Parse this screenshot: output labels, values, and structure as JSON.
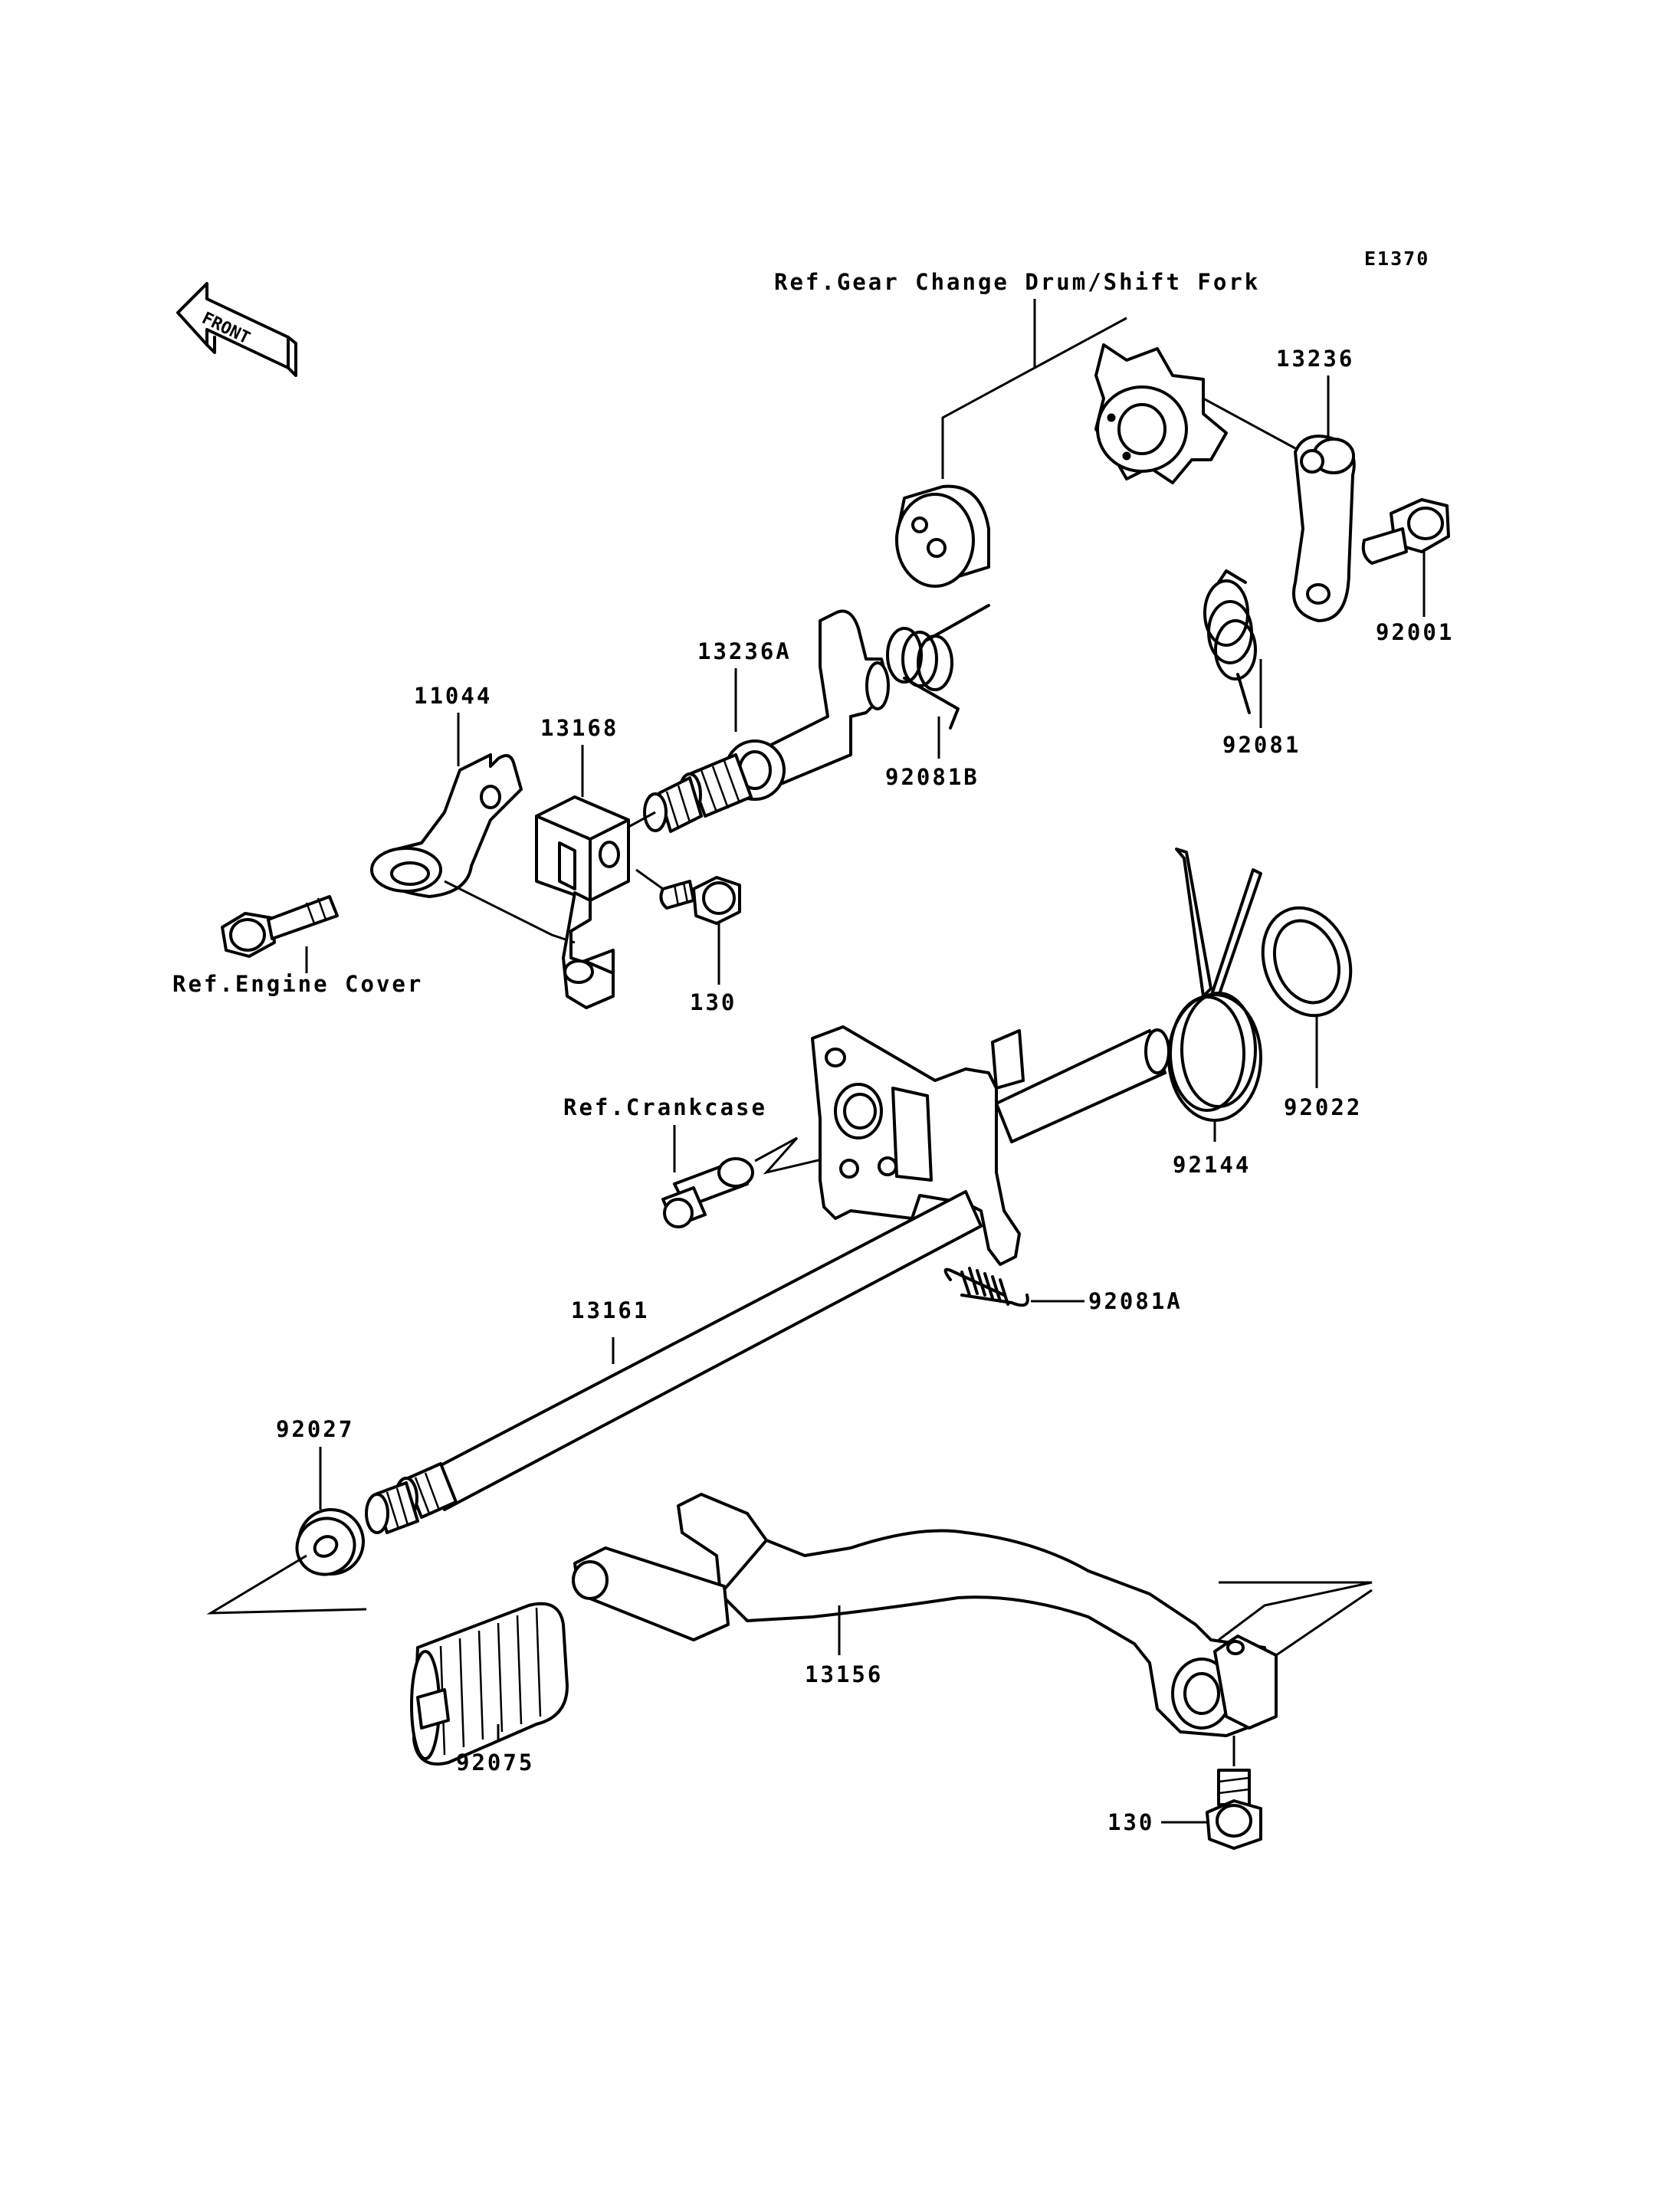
{
  "diagram_code": "E1370",
  "front_label": "FRONT",
  "labels": {
    "ref_gear_change_drum": "Ref.Gear Change Drum/Shift Fork",
    "p13236": "13236",
    "p92001": "92001",
    "p92081": "92081",
    "p13236A": "13236A",
    "p92081B": "92081B",
    "p11044": "11044",
    "p13168": "13168",
    "ref_engine_cover": "Ref.Engine Cover",
    "p130_upper": "130",
    "p92022": "92022",
    "p92144": "92144",
    "ref_crankcase": "Ref.Crankcase",
    "p92081A": "92081A",
    "p13161": "13161",
    "p92027": "92027",
    "p13156": "13156",
    "p92075": "92075",
    "p130_lower": "130"
  }
}
